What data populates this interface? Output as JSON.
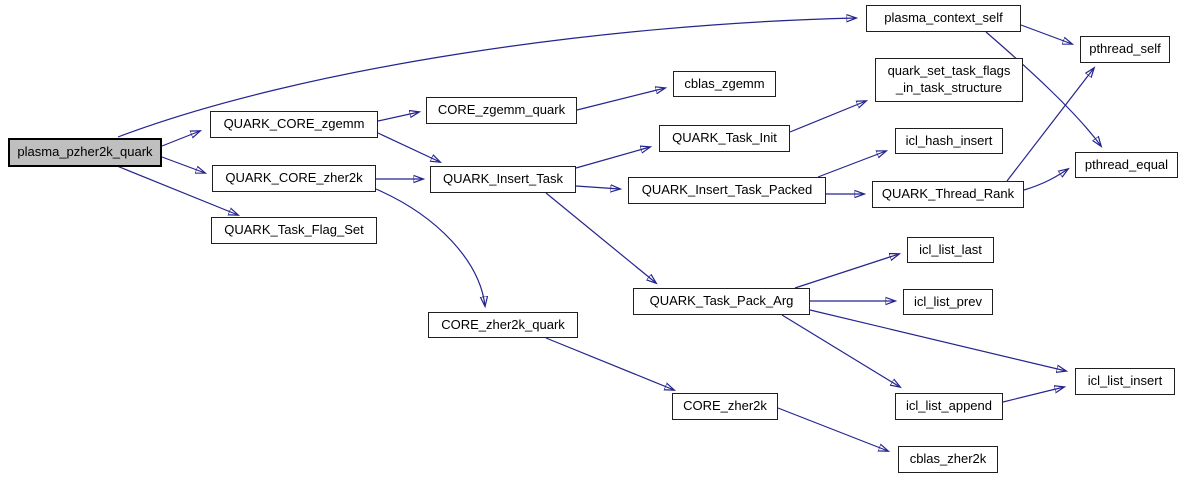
{
  "diagram": {
    "type": "call-graph",
    "edge_color": "#24248f",
    "node_fill": "#ffffff",
    "node_border_color": "#1f1f1f",
    "root_node_fill": "#bfbfbf",
    "nodes": [
      {
        "id": "plasma_pzher2k_quark",
        "label": "plasma_pzher2k_quark",
        "root": true
      },
      {
        "id": "QUARK_CORE_zgemm",
        "label": "QUARK_CORE_zgemm"
      },
      {
        "id": "QUARK_CORE_zher2k",
        "label": "QUARK_CORE_zher2k"
      },
      {
        "id": "QUARK_Task_Flag_Set",
        "label": "QUARK_Task_Flag_Set"
      },
      {
        "id": "CORE_zgemm_quark",
        "label": "CORE_zgemm_quark"
      },
      {
        "id": "QUARK_Insert_Task",
        "label": "QUARK_Insert_Task"
      },
      {
        "id": "cblas_zgemm",
        "label": "cblas_zgemm"
      },
      {
        "id": "QUARK_Task_Init",
        "label": "QUARK_Task_Init"
      },
      {
        "id": "QUARK_Insert_Task_Packed",
        "label": "QUARK_Insert_Task_Packed"
      },
      {
        "id": "quark_set_task_flags_in_task_structure",
        "label": "quark_set_task_flags\n_in_task_structure"
      },
      {
        "id": "icl_hash_insert",
        "label": "icl_hash_insert"
      },
      {
        "id": "QUARK_Thread_Rank",
        "label": "QUARK_Thread_Rank"
      },
      {
        "id": "plasma_context_self",
        "label": "plasma_context_self"
      },
      {
        "id": "pthread_self",
        "label": "pthread_self"
      },
      {
        "id": "pthread_equal",
        "label": "pthread_equal"
      },
      {
        "id": "QUARK_Task_Pack_Arg",
        "label": "QUARK_Task_Pack_Arg"
      },
      {
        "id": "icl_list_last",
        "label": "icl_list_last"
      },
      {
        "id": "icl_list_prev",
        "label": "icl_list_prev"
      },
      {
        "id": "CORE_zher2k_quark",
        "label": "CORE_zher2k_quark"
      },
      {
        "id": "CORE_zher2k",
        "label": "CORE_zher2k"
      },
      {
        "id": "icl_list_append",
        "label": "icl_list_append"
      },
      {
        "id": "icl_list_insert",
        "label": "icl_list_insert"
      },
      {
        "id": "cblas_zher2k",
        "label": "cblas_zher2k"
      }
    ],
    "edges": [
      {
        "from": "plasma_pzher2k_quark",
        "to": "plasma_context_self"
      },
      {
        "from": "plasma_pzher2k_quark",
        "to": "QUARK_CORE_zgemm"
      },
      {
        "from": "plasma_pzher2k_quark",
        "to": "QUARK_CORE_zher2k"
      },
      {
        "from": "plasma_pzher2k_quark",
        "to": "QUARK_Task_Flag_Set"
      },
      {
        "from": "QUARK_CORE_zgemm",
        "to": "CORE_zgemm_quark"
      },
      {
        "from": "QUARK_CORE_zgemm",
        "to": "QUARK_Insert_Task"
      },
      {
        "from": "QUARK_CORE_zher2k",
        "to": "QUARK_Insert_Task"
      },
      {
        "from": "QUARK_CORE_zher2k",
        "to": "CORE_zher2k_quark"
      },
      {
        "from": "CORE_zgemm_quark",
        "to": "cblas_zgemm"
      },
      {
        "from": "QUARK_Insert_Task",
        "to": "QUARK_Task_Init"
      },
      {
        "from": "QUARK_Insert_Task",
        "to": "QUARK_Insert_Task_Packed"
      },
      {
        "from": "QUARK_Insert_Task",
        "to": "QUARK_Task_Pack_Arg"
      },
      {
        "from": "QUARK_Task_Init",
        "to": "quark_set_task_flags_in_task_structure"
      },
      {
        "from": "QUARK_Insert_Task_Packed",
        "to": "icl_hash_insert"
      },
      {
        "from": "QUARK_Insert_Task_Packed",
        "to": "QUARK_Thread_Rank"
      },
      {
        "from": "plasma_context_self",
        "to": "pthread_self"
      },
      {
        "from": "plasma_context_self",
        "to": "pthread_equal"
      },
      {
        "from": "QUARK_Thread_Rank",
        "to": "pthread_self"
      },
      {
        "from": "QUARK_Thread_Rank",
        "to": "pthread_equal"
      },
      {
        "from": "QUARK_Task_Pack_Arg",
        "to": "icl_list_last"
      },
      {
        "from": "QUARK_Task_Pack_Arg",
        "to": "icl_list_prev"
      },
      {
        "from": "QUARK_Task_Pack_Arg",
        "to": "icl_list_insert"
      },
      {
        "from": "QUARK_Task_Pack_Arg",
        "to": "icl_list_append"
      },
      {
        "from": "icl_list_append",
        "to": "icl_list_insert"
      },
      {
        "from": "CORE_zher2k_quark",
        "to": "CORE_zher2k"
      },
      {
        "from": "CORE_zher2k",
        "to": "cblas_zher2k"
      }
    ]
  }
}
